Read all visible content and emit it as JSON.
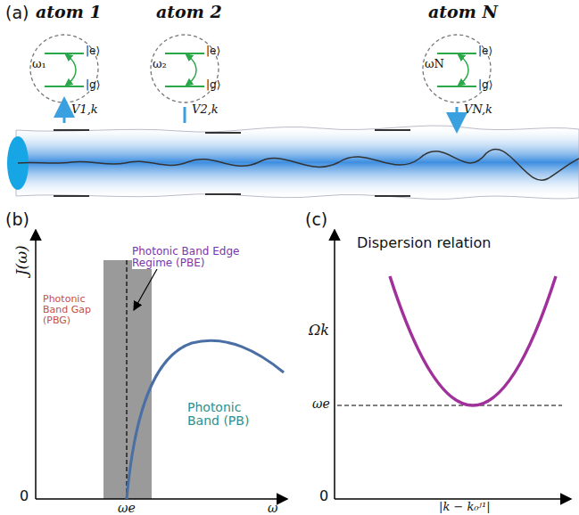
{
  "diagram": {
    "nodes": [
      {
        "text": [
          "atom 1",
          "ω₁",
          "|e⟩",
          "|g⟩"
        ]
      },
      {
        "text": [
          "atom 2",
          "ω₂",
          "|e⟩",
          "|g⟩"
        ]
      },
      {
        "text": [
          "atom N",
          "ωN",
          "|e⟩",
          "|g⟩"
        ]
      }
    ],
    "labels": [
      "(a)",
      "V1,k",
      "V2,k",
      "VN,k",
      "(b)",
      "J(ω)",
      "Photonic Band Gap (PBG)",
      "Photonic Band Edge Regime (PBE)",
      "Photonic Band (PB)",
      "0",
      "ωe",
      "ω",
      "(c)",
      "Dispersion relation",
      "Ωk",
      "ωe",
      "0",
      "|k − k₀ʲ¹|"
    ]
  }
}
